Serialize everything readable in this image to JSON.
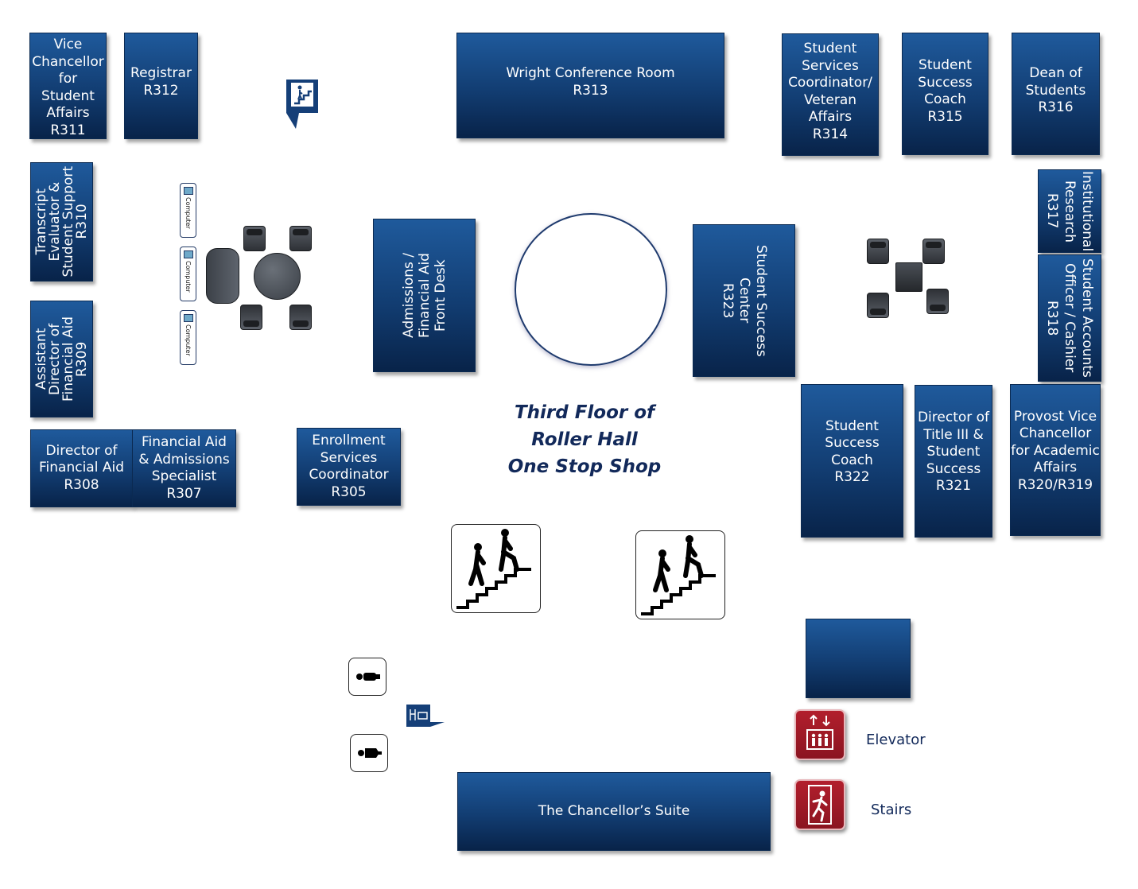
{
  "map_title": {
    "line1": "Third Floor of",
    "line2": "Roller Hall",
    "line3": "One Stop Shop"
  },
  "rooms": {
    "r311": "Vice\nChancellor\nfor\nStudent\nAffairs\nR311",
    "r312": "Registrar\nR312",
    "r313": "Wright Conference Room\nR313",
    "r314": "Student\nServices\nCoordinator/\nVeteran\nAffairs\nR314",
    "r315": "Student\nSuccess\nCoach\nR315",
    "r316": "Dean of\nStudents\nR316",
    "r317": "Institutional\nResearch\nR317",
    "r318": "Student Accounts\nOfficer / Cashier\nR318",
    "r310": "Transcript\nEvaluator &\nStudent Support\nR310",
    "r309": "Assistant\nDirector of\nFinancial Aid\nR309",
    "front_desk": "Admissions /\nFinancial Aid\nFront Desk",
    "r323": "Student Success\nCenter\nR323",
    "r308": "Director of\nFinancial Aid\nR308",
    "r307": "Financial Aid\n& Admissions\nSpecialist\nR307",
    "r305": "Enrollment\nServices\nCoordinator\nR305",
    "r322": "Student\nSuccess\nCoach\nR322",
    "r321": "Director of\nTitle III &\nStudent\nSuccess\nR321",
    "r320": "Provost Vice\nChancellor\nfor Academic\nAffairs\nR320/R319",
    "chancellor_suite": "The Chancellor’s Suite"
  },
  "computers": [
    "Computer",
    "Computer",
    "Computer"
  ],
  "legend": {
    "elevator": "Elevator",
    "stairs": "Stairs"
  },
  "icons": [
    "stairs-marker-icon",
    "computer-icon",
    "lounge-chair-icon",
    "round-table-icon",
    "sofa-icon",
    "staircase-icon",
    "restroom-icon",
    "directory-marker-icon",
    "elevator-icon",
    "emergency-exit-icon"
  ],
  "colors": {
    "room_fill": "#123d72",
    "title_text": "#12295a",
    "legend_red": "#9e1a27"
  }
}
